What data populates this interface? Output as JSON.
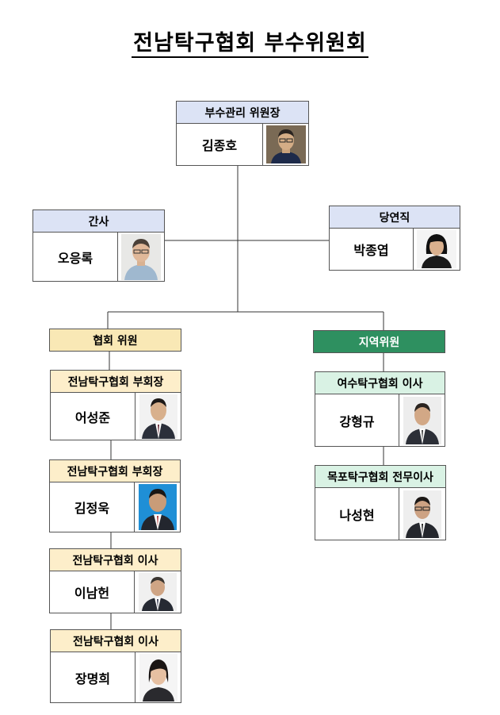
{
  "title": "전남탁구협회  부수위원회",
  "chair": {
    "role": "부수관리  위원장",
    "name": "김종호"
  },
  "secretary": {
    "role": "간사",
    "name": "오응록"
  },
  "exofficio": {
    "role": "당연직",
    "name": "박종엽"
  },
  "groups": {
    "association": "협회  위원",
    "regional": "지역위원"
  },
  "association_members": [
    {
      "role": "전남탁구협회  부회장",
      "name": "어성준"
    },
    {
      "role": "전남탁구협회  부회장",
      "name": "김정욱"
    },
    {
      "role": "전남탁구협회  이사",
      "name": "이남헌"
    },
    {
      "role": "전남탁구협회  이사",
      "name": "장명희"
    }
  ],
  "regional_members": [
    {
      "role": "여수탁구협회  이사",
      "name": "강형규"
    },
    {
      "role": "목포탁구협회  전무이사",
      "name": "나성현"
    }
  ],
  "colors": {
    "lavender": "#dce3f5",
    "mint": "#d9f2e4",
    "tan": "#f9e8b5",
    "green": "#2e9060"
  },
  "icons": {
    "portrait": "person-photo-icon"
  }
}
